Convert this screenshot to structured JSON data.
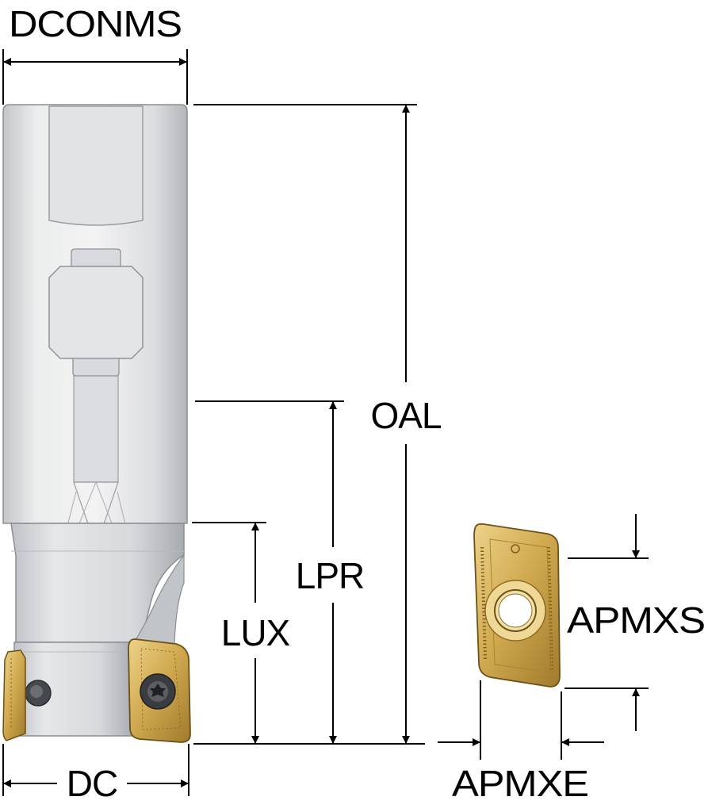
{
  "labels": {
    "dconms": "DCONMS",
    "oal": "OAL",
    "lpr": "LPR",
    "lux": "LUX",
    "dc": "DC",
    "apmxs": "APMXS",
    "apmxe": "APMXE"
  },
  "colors": {
    "body_light": "#e9eaec",
    "body_mid": "#cfd1d4",
    "body_dark": "#a9acb1",
    "outline": "#8a8d92",
    "insert_gold": "#c9a24a",
    "insert_gold_light": "#e6c978",
    "insert_gold_dark": "#7d5d1c",
    "dimension_line": "#000000"
  }
}
